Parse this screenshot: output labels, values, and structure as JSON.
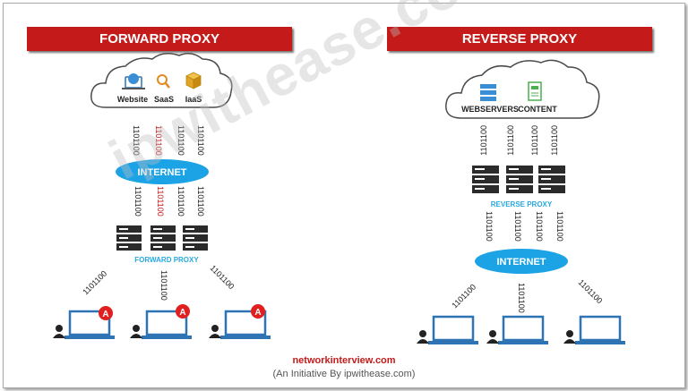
{
  "forward": {
    "banner": "FORWARD PROXY",
    "cloud_items": [
      "Website",
      "SaaS",
      "IaaS"
    ],
    "internet_label": "INTERNET",
    "proxy_label": "FORWARD PROXY",
    "binary": "1101100",
    "alert_badge": "A"
  },
  "reverse": {
    "banner": "REVERSE PROXY",
    "cloud_items": [
      "WEBSERVERS",
      "CONTENT"
    ],
    "proxy_label": "REVERSE PROXY",
    "internet_label": "INTERNET",
    "binary": "1101100"
  },
  "watermark": "ipwithease.com",
  "footer": {
    "site": "networkinterview.com",
    "note": "(An Initiative By ipwithease.com)"
  },
  "colors": {
    "banner": "#c41a1a",
    "internet_oval": "#1ba3e6",
    "proxy_label": "#29a8e0",
    "highlight_binary": "#c41a1a",
    "laptop": "#2e74b5",
    "alert": "#e02020"
  }
}
